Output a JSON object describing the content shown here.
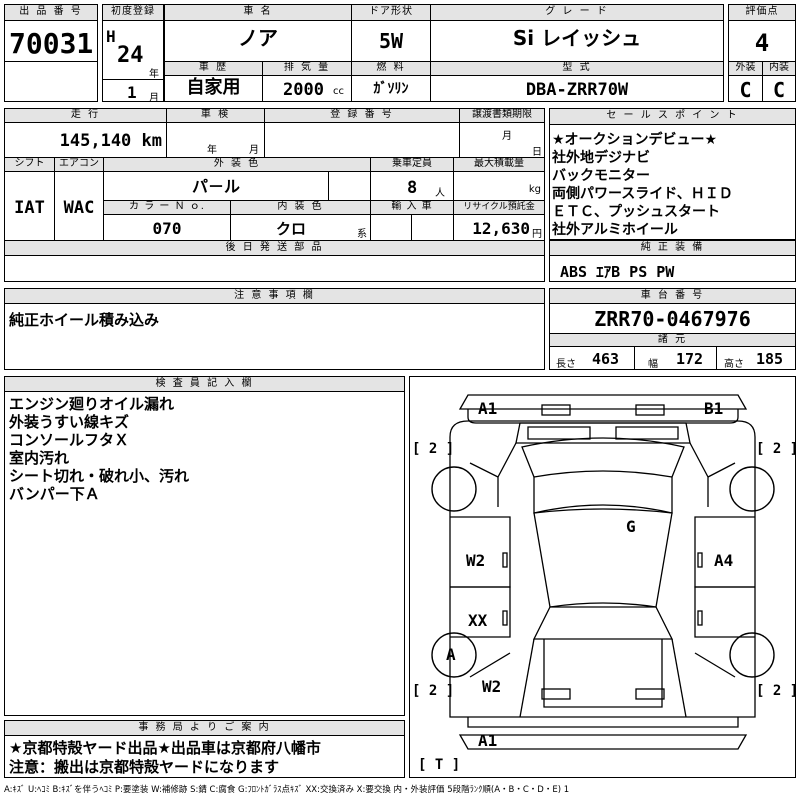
{
  "top": {
    "lot_label": "出 品 番 号",
    "lot_number": "70031",
    "first_reg_label": "初度登録",
    "era": "H",
    "year": "24",
    "year_unit": "年",
    "month": "1",
    "month_unit": "月",
    "car_name_label": "車 名",
    "car_name": "ノア",
    "door_label": "ドア形状",
    "door": "5W",
    "grade_label": "グ レ ー ド",
    "grade": "Si レイッシュ",
    "score_label": "評価点",
    "score": "4",
    "history_label": "車 歴",
    "history": "自家用",
    "displacement_label": "排 気 量",
    "displacement": "2000",
    "displacement_unit": "cc",
    "fuel_label": "燃 料",
    "fuel": "ｶﾞｿﾘﾝ",
    "model_label": "型 式",
    "model": "DBA-ZRR70W",
    "exterior_label": "外装",
    "exterior": "C",
    "interior_label": "内装",
    "interior": "C"
  },
  "mid": {
    "mileage_label": "走 行",
    "mileage": "145,140 km",
    "inspection_label": "車 検",
    "inspection_year_unit": "年",
    "inspection_month_unit": "月",
    "reg_label": "登 録 番 号",
    "transfer_label": "譲渡書類期限",
    "transfer_month_unit": "月",
    "transfer_day_unit": "日",
    "shift_label": "シフト",
    "shift": "IAT",
    "ac_label": "エアコン",
    "ac": "WAC",
    "color_label": "外 装 色",
    "color": "パ－ル",
    "capacity_label": "乗車定員",
    "capacity": "8",
    "capacity_unit": "人",
    "load_label": "最大積載量",
    "load_unit": "kg",
    "color_no_label": "カ ラ ー Ｎ ｏ.",
    "color_no": "070",
    "interior_color_label": "内 装 色",
    "interior_color": "クロ",
    "interior_color_unit": "系",
    "import_label": "輸 入 車",
    "recycle_label": "リサイクル預託金",
    "recycle": "12,630",
    "recycle_unit": "円",
    "later_parts_label": "後 日 発 送 部 品"
  },
  "sales": {
    "label": "セ ー ル ス ポ イ ン ト",
    "lines": [
      "★オークションデビュー★",
      "社外地デジナビ",
      "バックモニター",
      "両側パワースライド、ＨＩＤ",
      "ＥＴＣ、プッシュスタート",
      "社外アルミホイール"
    ]
  },
  "equipment": {
    "label": "純 正 装 備",
    "value": "ABS ｴｱB PS PW"
  },
  "notes": {
    "label": "注 意 事 項 欄",
    "text": "純正ホイール積み込み"
  },
  "chassis": {
    "label": "車 台 番 号",
    "value": "ZRR70-0467976",
    "dims_label": "諸 元",
    "length_label": "長さ",
    "length": "463",
    "width_label": "幅",
    "width": "172",
    "height_label": "高さ",
    "height": "185"
  },
  "inspector": {
    "label": "検 査 員 記 入 欄",
    "lines": [
      "エンジン廻りオイル漏れ",
      "外装うすい線キズ",
      "コンソールフタＸ",
      "室内汚れ",
      "シート切れ・破れ小、汚れ",
      "バンパー下Ａ"
    ]
  },
  "office": {
    "label": "事 務 局 よ り ご 案 内",
    "lines": [
      "★京都特殻ヤード出品★出品車は京都府八幡市",
      "注意：搬出は京都特殻ヤードになります"
    ]
  },
  "diagram": {
    "marks": {
      "a1_top": "A1",
      "b1": "B1",
      "g": "G",
      "w2_mid": "W2",
      "a4": "A4",
      "xx": "XX",
      "a_circle": "A",
      "w2_low": "W2",
      "a1_bottom": "A1",
      "t": "[ T ]",
      "tire_fl": "[ 2 ]",
      "tire_fr": "[ 2 ]",
      "tire_rl": "[ 2 ]",
      "tire_rr": "[ 2 ]"
    }
  },
  "legend": "A:ｷｽﾞ U:ﾍｺﾐ B:ｷｽﾞを伴うﾍｺﾐ P:要塗装 W:補修跡 S:錆 C:腐食 G:ﾌﾛﾝﾄｶﾞﾗｽ点ｷｽﾞ XX:交換済み X:要交換 内・外装評価 5段階ﾗﾝｸ順(A・B・C・D・E) 1"
}
